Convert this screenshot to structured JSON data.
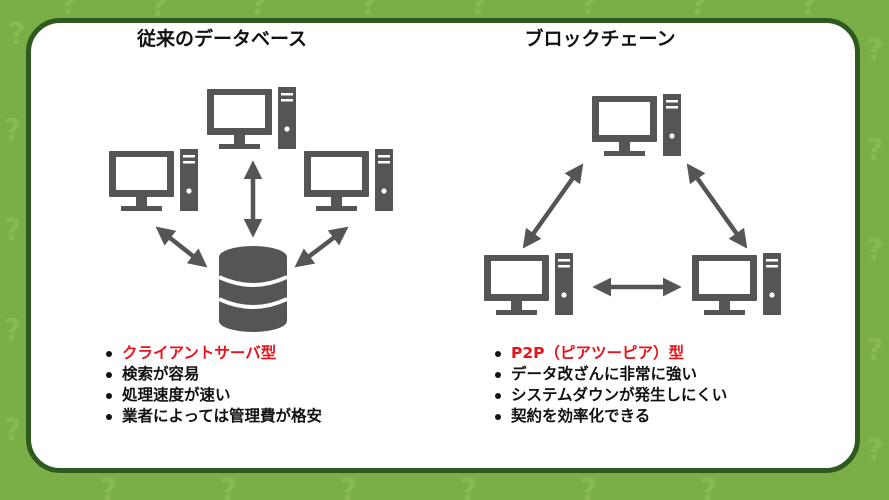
{
  "colors": {
    "background": "#7cae48",
    "card_border": "#2f5a1f",
    "device": "#555555",
    "highlight": "#e8141b"
  },
  "left_panel": {
    "title": "従来のデータベース",
    "items": [
      {
        "text": "クライアントサーバ型",
        "highlight": true
      },
      {
        "text": "検索が容易",
        "highlight": false
      },
      {
        "text": "処理速度が速い",
        "highlight": false
      },
      {
        "text": "業者によっては管理費が格安",
        "highlight": false
      }
    ]
  },
  "right_panel": {
    "title": "ブロックチェーン",
    "items": [
      {
        "text": "P2P（ピアツーピア）型",
        "highlight": true
      },
      {
        "text": "データ改ざんに非常に強い",
        "highlight": false
      },
      {
        "text": "システムダウンが発生しにくい",
        "highlight": false
      },
      {
        "text": "契約を効率化できる",
        "highlight": false
      }
    ]
  }
}
